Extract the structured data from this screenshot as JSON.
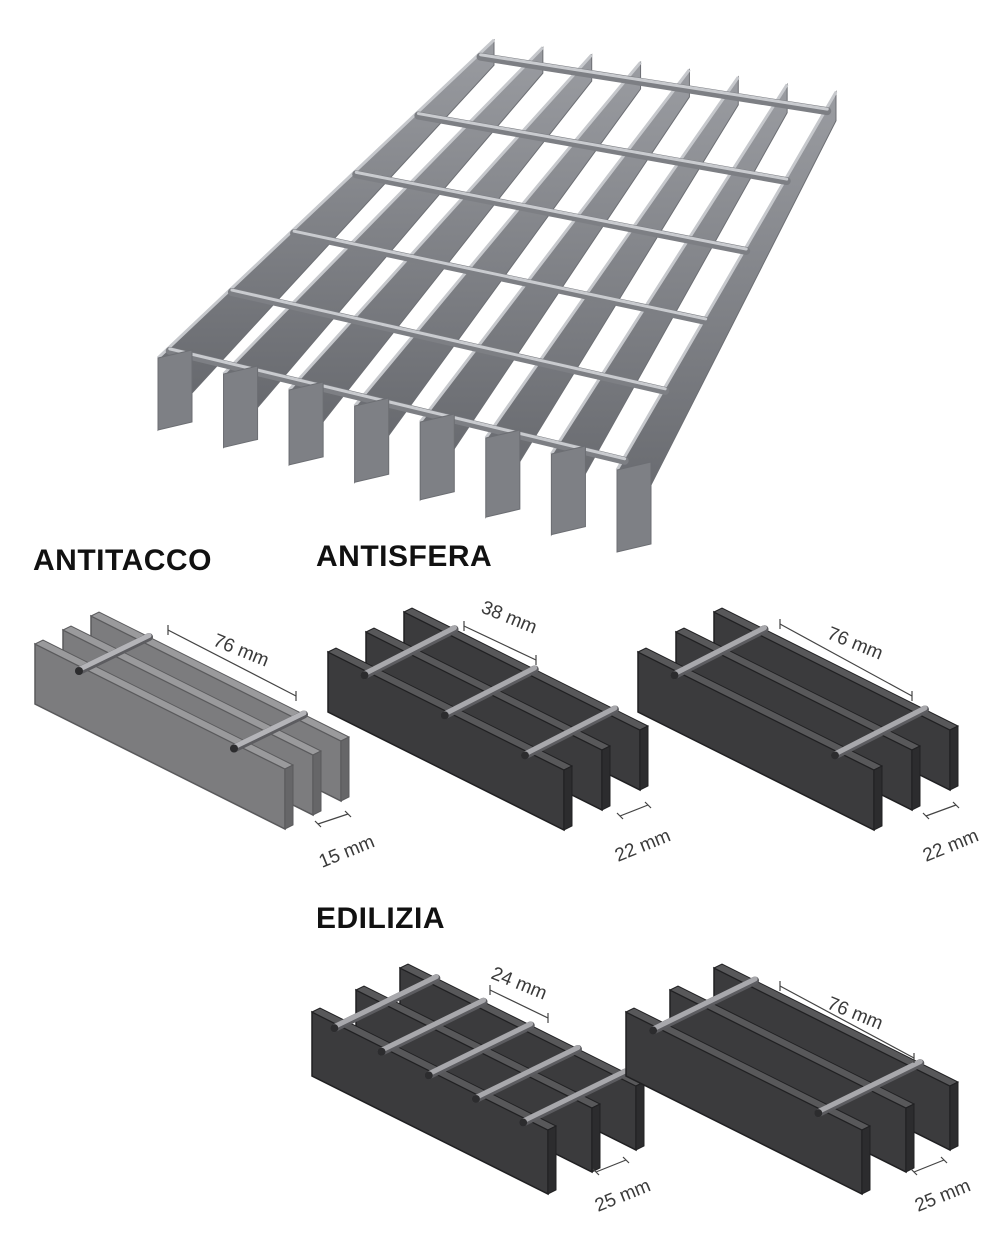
{
  "colors": {
    "galvanized": "#8e9095",
    "galvanized_dark": "#6c6e73",
    "light_model": "#7a7a7c",
    "dark_model": "#3a3a3c",
    "rod": "#9c9ca0",
    "text": "#111111"
  },
  "headings": {
    "antitacco": "ANTITACCO",
    "antisfera": "ANTISFERA",
    "edilizia": "EDILIZIA"
  },
  "models": [
    {
      "id": "antitacco",
      "pitch_label": "76 mm",
      "gap_label": "15 mm",
      "rods": 2
    },
    {
      "id": "antisfera-38",
      "pitch_label": "38 mm",
      "gap_label": "22 mm",
      "rods": 3
    },
    {
      "id": "antisfera-76",
      "pitch_label": "76 mm",
      "gap_label": "22 mm",
      "rods": 2
    },
    {
      "id": "edilizia-24",
      "pitch_label": "24 mm",
      "gap_label": "25 mm",
      "rods": 5
    },
    {
      "id": "edilizia-76",
      "pitch_label": "76 mm",
      "gap_label": "25 mm",
      "rods": 2
    }
  ]
}
